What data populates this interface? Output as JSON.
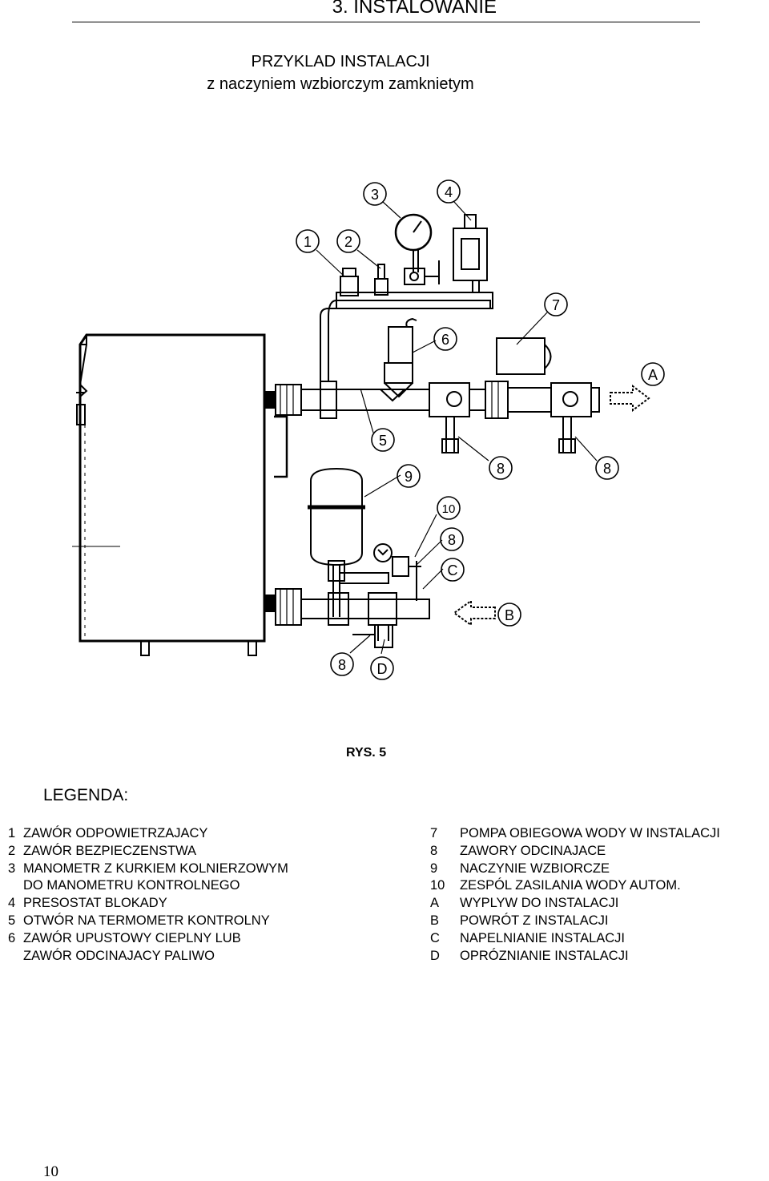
{
  "header": {
    "section_title": "3. INSTALOWANIE",
    "heading_line1": "PRZYKLAD INSTALACJI",
    "heading_line2": "z naczyniem wzbiorczym zamknietym"
  },
  "diagram": {
    "callouts": [
      "1",
      "2",
      "3",
      "4",
      "5",
      "6",
      "7",
      "8",
      "8",
      "8",
      "8",
      "9",
      "10",
      "A",
      "B",
      "C",
      "D"
    ],
    "figure_label": "RYS. 5"
  },
  "legend": {
    "title": "LEGENDA:",
    "left": [
      {
        "key": "1",
        "text": "ZAWÓR ODPOWIETRZAJACY"
      },
      {
        "key": "2",
        "text": "ZAWÓR BEZPIECZENSTWA"
      },
      {
        "key": "3",
        "text": "MANOMETR Z KURKIEM KOLNIERZOWYM"
      },
      {
        "key": "",
        "text": "DO MANOMETRU KONTROLNEGO"
      },
      {
        "key": "4",
        "text": "PRESOSTAT BLOKADY"
      },
      {
        "key": "5",
        "text": "OTWÓR NA TERMOMETR KONTROLNY"
      },
      {
        "key": "6",
        "text": "ZAWÓR UPUSTOWY CIEPLNY LUB"
      },
      {
        "key": "",
        "text": "ZAWÓR ODCINAJACY PALIWO"
      }
    ],
    "right": [
      {
        "key": "7",
        "text": "POMPA OBIEGOWA WODY W INSTALACJI"
      },
      {
        "key": "8",
        "text": "ZAWORY ODCINAJACE"
      },
      {
        "key": "9",
        "text": "NACZYNIE WZBIORCZE"
      },
      {
        "key": "10",
        "text": "ZESPÓL ZASILANIA  WODY AUTOM."
      },
      {
        "key": "A",
        "text": "WYPLYW DO INSTALACJI"
      },
      {
        "key": "B",
        "text": "POWRÓT Z INSTALACJI"
      },
      {
        "key": "C",
        "text": "NAPELNIANIE INSTALACJI"
      },
      {
        "key": "D",
        "text": "OPRÓZNIANIE INSTALACJI"
      }
    ]
  },
  "footer": {
    "page_number": "10"
  }
}
